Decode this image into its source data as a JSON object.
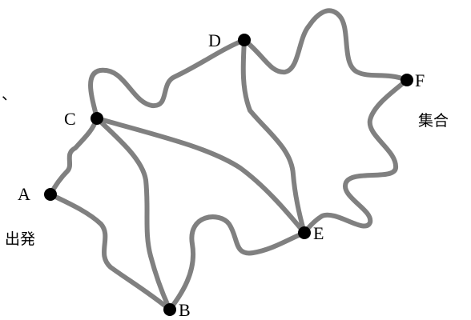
{
  "diagram": {
    "nodes": [
      {
        "id": "A",
        "label": "A"
      },
      {
        "id": "B",
        "label": "B"
      },
      {
        "id": "C",
        "label": "C"
      },
      {
        "id": "D",
        "label": "D"
      },
      {
        "id": "E",
        "label": "E"
      },
      {
        "id": "F",
        "label": "F"
      }
    ],
    "edges": [
      {
        "from": "A",
        "to": "C"
      },
      {
        "from": "A",
        "to": "B"
      },
      {
        "from": "C",
        "to": "B"
      },
      {
        "from": "C",
        "to": "E"
      },
      {
        "from": "C",
        "to": "D"
      },
      {
        "from": "B",
        "to": "E"
      },
      {
        "from": "D",
        "to": "E"
      },
      {
        "from": "D",
        "to": "F"
      },
      {
        "from": "F",
        "to": "E"
      }
    ],
    "start_label": "出発",
    "goal_label": "集合",
    "stray_mark": "、",
    "colors": {
      "route": "#808080",
      "node": "#000000"
    }
  }
}
